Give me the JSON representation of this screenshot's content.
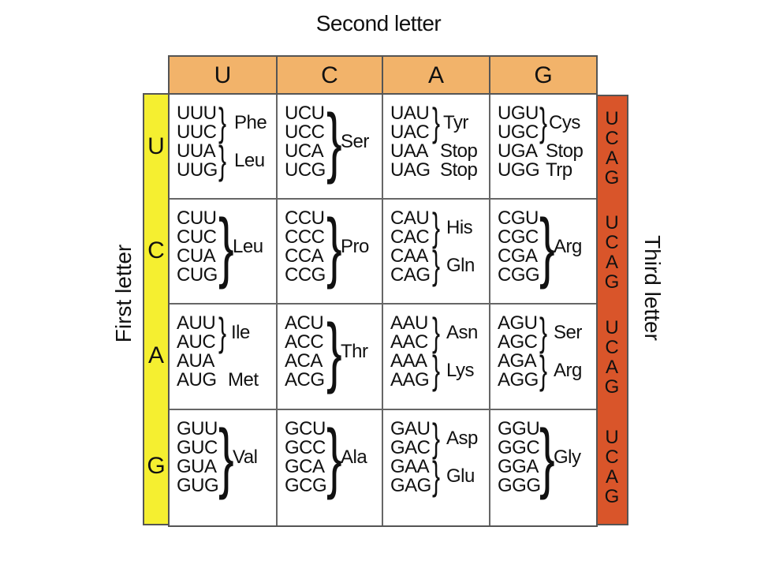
{
  "labels": {
    "second_letter": "Second letter",
    "first_letter": "First letter",
    "third_letter": "Third letter"
  },
  "second_headers": [
    "U",
    "C",
    "A",
    "G"
  ],
  "first_letters": [
    "U",
    "C",
    "A",
    "G"
  ],
  "third_letters": [
    "UCAG",
    "UCAG",
    "UCAG",
    "UCAG"
  ],
  "colors": {
    "second_header_bg": "#f2b36a",
    "first_col_bg": "#f5ef30",
    "third_col_bg": "#d9552a"
  },
  "cells": [
    [
      {
        "codons": [
          "UUU",
          "UUC",
          "UUA",
          "UUG"
        ],
        "aa": [
          "Phe",
          "Leu"
        ]
      },
      {
        "codons": [
          "UCU",
          "UCC",
          "UCA",
          "UCG"
        ],
        "aa": [
          "Ser"
        ]
      },
      {
        "codons": [
          "UAU",
          "UAC",
          "UAA",
          "UAG"
        ],
        "aa": [
          "Tyr",
          "Stop",
          "Stop"
        ]
      },
      {
        "codons": [
          "UGU",
          "UGC",
          "UGA",
          "UGG"
        ],
        "aa": [
          "Cys",
          "Stop",
          "Trp"
        ]
      }
    ],
    [
      {
        "codons": [
          "CUU",
          "CUC",
          "CUA",
          "CUG"
        ],
        "aa": [
          "Leu"
        ]
      },
      {
        "codons": [
          "CCU",
          "CCC",
          "CCA",
          "CCG"
        ],
        "aa": [
          "Pro"
        ]
      },
      {
        "codons": [
          "CAU",
          "CAC",
          "CAA",
          "CAG"
        ],
        "aa": [
          "His",
          "Gln"
        ]
      },
      {
        "codons": [
          "CGU",
          "CGC",
          "CGA",
          "CGG"
        ],
        "aa": [
          "Arg"
        ]
      }
    ],
    [
      {
        "codons": [
          "AUU",
          "AUC",
          "AUA",
          "AUG"
        ],
        "aa": [
          "Ile",
          "Met"
        ]
      },
      {
        "codons": [
          "ACU",
          "ACC",
          "ACA",
          "ACG"
        ],
        "aa": [
          "Thr"
        ]
      },
      {
        "codons": [
          "AAU",
          "AAC",
          "AAA",
          "AAG"
        ],
        "aa": [
          "Asn",
          "Lys"
        ]
      },
      {
        "codons": [
          "AGU",
          "AGC",
          "AGA",
          "AGG"
        ],
        "aa": [
          "Ser",
          "Arg"
        ]
      }
    ],
    [
      {
        "codons": [
          "GUU",
          "GUC",
          "GUA",
          "GUG"
        ],
        "aa": [
          "Val"
        ]
      },
      {
        "codons": [
          "GCU",
          "GCC",
          "GCA",
          "GCG"
        ],
        "aa": [
          "Ala"
        ]
      },
      {
        "codons": [
          "GAU",
          "GAC",
          "GAA",
          "GAG"
        ],
        "aa": [
          "Asp",
          "Glu"
        ]
      },
      {
        "codons": [
          "GGU",
          "GGC",
          "GGA",
          "GGG"
        ],
        "aa": [
          "Gly"
        ]
      }
    ]
  ]
}
